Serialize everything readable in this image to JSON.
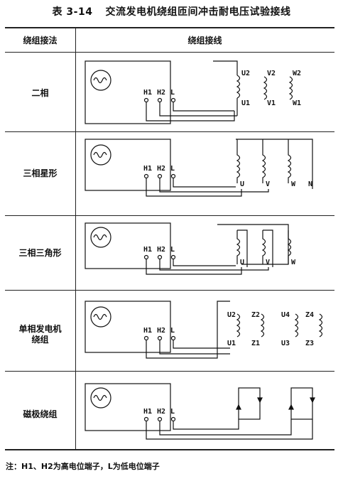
{
  "title": {
    "number": "表 3-14",
    "text": "交流发电机绕组匝间冲击耐电压试验接线"
  },
  "header": {
    "col1": "绕组接法",
    "col2": "绕组接线"
  },
  "rows": [
    {
      "label": "二相",
      "h1": "H1",
      "h2": "H2",
      "l": "L",
      "u2": "U2",
      "u1": "U1",
      "v2": "V2",
      "v1": "V1",
      "w2": "W2",
      "w1": "W1"
    },
    {
      "label": "三相星形",
      "h1": "H1",
      "h2": "H2",
      "l": "L",
      "u": "U",
      "v": "V",
      "w": "W",
      "n": "N"
    },
    {
      "label": "三相三角形",
      "h1": "H1",
      "h2": "H2",
      "l": "L",
      "u": "U",
      "v": "V",
      "w": "W"
    },
    {
      "label_line1": "单相发电机",
      "label_line2": "绕组",
      "h1": "H1",
      "h2": "H2",
      "l": "L",
      "u2": "U2",
      "u1": "U1",
      "z2": "Z2",
      "z1": "Z1",
      "u4": "U4",
      "u3": "U3",
      "z4": "Z4",
      "z3": "Z3"
    },
    {
      "label": "磁极绕组",
      "h1": "H1",
      "h2": "H2",
      "l": "L"
    }
  ],
  "note": "注：H1、H2为高电位端子，L为低电位端子"
}
